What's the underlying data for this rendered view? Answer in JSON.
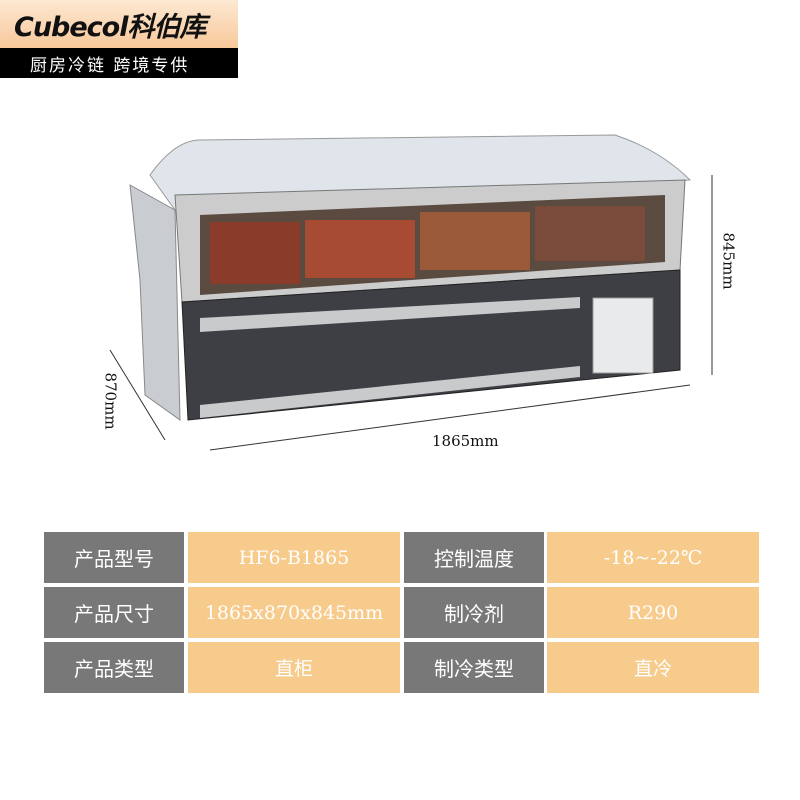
{
  "brand": {
    "logo_text": "Cubecol科伯库",
    "slogan": "厨房冷链 跨境专供"
  },
  "dimensions": {
    "width": "1865mm",
    "depth": "870mm",
    "height": "845mm"
  },
  "specs": [
    {
      "label1": "产品型号",
      "value1": "HF6-B1865",
      "label2": "控制温度",
      "value2": "-18~-22℃"
    },
    {
      "label1": "产品尺寸",
      "value1": "1865x870x845mm",
      "label2": "制冷剂",
      "value2": "R290"
    },
    {
      "label1": "产品类型",
      "value1": "直柜",
      "label2": "制冷类型",
      "value2": "直冷"
    }
  ],
  "colors": {
    "label_bg": "#787878",
    "value_bg": "#f7cb8c"
  }
}
